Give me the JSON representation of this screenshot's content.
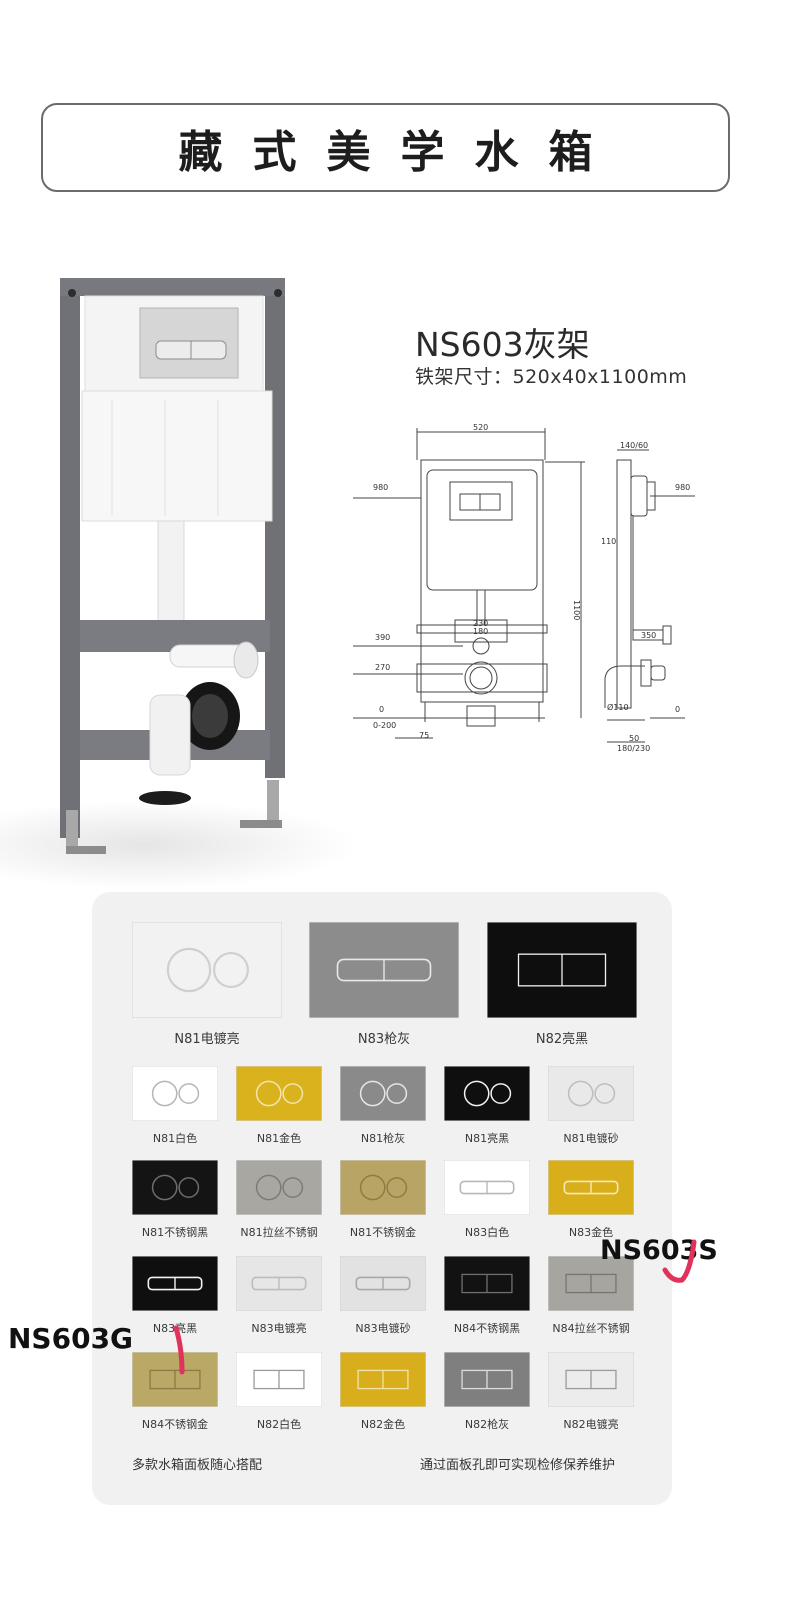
{
  "header": {
    "title": "藏式美学水箱"
  },
  "product": {
    "model": "NS603灰架",
    "frame_size": "铁架尺寸：520x40x1100mm"
  },
  "drawing_labels": {
    "width": "520",
    "height": "1100",
    "h980_left": "980",
    "h980_right": "980",
    "h390": "390",
    "h270": "270",
    "h0_left": "0",
    "h0_right": "0",
    "range": "0-200",
    "w230": "230",
    "w180": "180",
    "w75": "75",
    "depth": "140/60",
    "d110": "110",
    "d350": "350",
    "pipe": "Ø110",
    "d50": "50",
    "d180_230": "180/230"
  },
  "panels_large": [
    {
      "label": "N81电镀亮",
      "bg": "#f2f2f2",
      "style": "round",
      "stroke": "#cfcfcf"
    },
    {
      "label": "N83枪灰",
      "bg": "#8c8c8c",
      "style": "rect",
      "stroke": "#e8e8e8"
    },
    {
      "label": "N82亮黑",
      "bg": "#0e0e0e",
      "style": "rect2",
      "stroke": "#f0f0f0"
    }
  ],
  "panels_small": [
    {
      "label": "N81白色",
      "bg": "#ffffff",
      "style": "round",
      "stroke": "#b5b5b5"
    },
    {
      "label": "N81金色",
      "bg": "#d9b21e",
      "style": "round",
      "stroke": "#f3e6a8"
    },
    {
      "label": "N81枪灰",
      "bg": "#8a8a8a",
      "style": "round",
      "stroke": "#e6e6e6"
    },
    {
      "label": "N81亮黑",
      "bg": "#0f0f0f",
      "style": "round",
      "stroke": "#f2f2f2"
    },
    {
      "label": "N81电镀砂",
      "bg": "#e9e9e9",
      "style": "round",
      "stroke": "#bdbdbd"
    },
    {
      "label": "N81不锈钢黑",
      "bg": "#141414",
      "style": "round",
      "stroke": "#6d6d6d"
    },
    {
      "label": "N81拉丝不锈钢",
      "bg": "#a9a7a1",
      "style": "round",
      "stroke": "#7d7b76"
    },
    {
      "label": "N81不锈钢金",
      "bg": "#b8a464",
      "style": "round",
      "stroke": "#8d7c45"
    },
    {
      "label": "N83白色",
      "bg": "#ffffff",
      "style": "rect",
      "stroke": "#b8b8b8"
    },
    {
      "label": "N83金色",
      "bg": "#d8af1a",
      "style": "rect",
      "stroke": "#f6e9b5"
    },
    {
      "label": "N83亮黑",
      "bg": "#0f0f0f",
      "style": "rect",
      "stroke": "#f2f2f2"
    },
    {
      "label": "N83电镀亮",
      "bg": "#e6e6e6",
      "style": "rect",
      "stroke": "#bcbcbc"
    },
    {
      "label": "N83电镀砂",
      "bg": "#e2e2e2",
      "style": "rect",
      "stroke": "#a8a8a8"
    },
    {
      "label": "N84不锈钢黑",
      "bg": "#121212",
      "style": "rect2",
      "stroke": "#6f6f6f"
    },
    {
      "label": "N84拉丝不锈钢",
      "bg": "#a7a5a0",
      "style": "rect2",
      "stroke": "#77756f"
    },
    {
      "label": "N84不锈钢金",
      "bg": "#b9a866",
      "style": "rect2",
      "stroke": "#8b7b42"
    },
    {
      "label": "N82白色",
      "bg": "#ffffff",
      "style": "rect2",
      "stroke": "#9a9a9a"
    },
    {
      "label": "N82金色",
      "bg": "#d8ae1c",
      "style": "rect2",
      "stroke": "#f1e3a5"
    },
    {
      "label": "N82枪灰",
      "bg": "#7f7f7f",
      "style": "rect2",
      "stroke": "#dcdcdc"
    },
    {
      "label": "N82电镀亮",
      "bg": "#ececec",
      "style": "rect2",
      "stroke": "#9b9b9b"
    }
  ],
  "footer": {
    "left": "多款水箱面板随心搭配",
    "right": "通过面板孔即可实现检修保养维护"
  },
  "handwritten": {
    "s": "NS603S",
    "g": "NS603G"
  },
  "colors": {
    "check_mark": "#e0325a"
  }
}
